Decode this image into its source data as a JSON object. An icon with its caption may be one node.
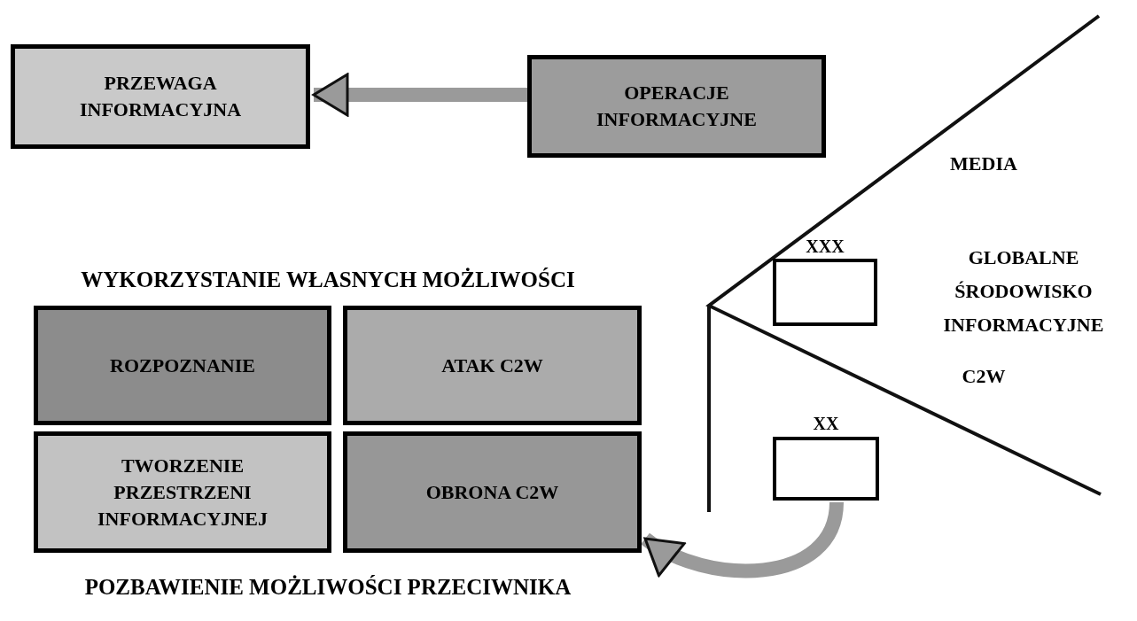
{
  "diagram": {
    "nodes": [
      {
        "text": [
          "PRZEWAGA INFORMACYJNA"
        ]
      },
      {
        "text": [
          "OPERACJE INFORMACYJNE"
        ]
      },
      {
        "text": [
          "ROZPOZNANIE"
        ]
      },
      {
        "text": [
          "ATAK C2W"
        ]
      },
      {
        "text": [
          "TWORZENIE PRZESTRZENI INFORMACYJNEJ"
        ]
      },
      {
        "text": [
          "OBRONA C2W"
        ]
      },
      {
        "text": [],
        "shape": "box",
        "beside": [
          "XXX"
        ]
      },
      {
        "text": [],
        "shape": "box",
        "beside": [
          "XX"
        ]
      }
    ],
    "edges": [
      {
        "from": 1,
        "to": 0,
        "arrow": "to"
      },
      {
        "from": 7,
        "to": 5,
        "arrow": "to"
      }
    ],
    "labels": [
      "WYKORZYSTANIE WŁASNYCH MOŻLIWOŚCI",
      "POZBAWIENIE MOŻLIWOŚCI PRZECIWNIKA",
      "MEDIA",
      "GLOBALNE ŚRODOWISKO INFORMACYJNE",
      "C2W"
    ]
  }
}
